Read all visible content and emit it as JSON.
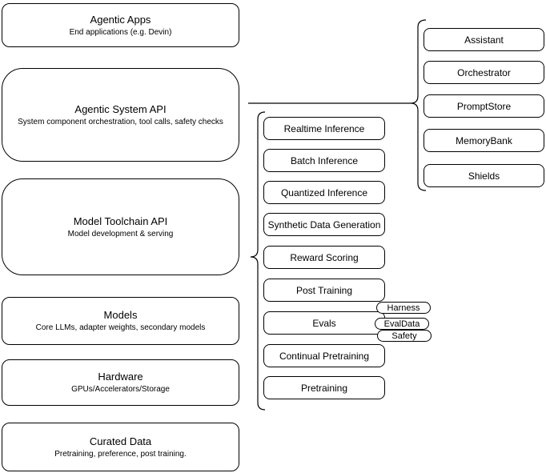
{
  "left_stack": [
    {
      "title": "Agentic Apps",
      "subtitle": "End applications (e.g. Devin)"
    },
    {
      "title": "Agentic System API",
      "subtitle": "System component orchestration, tool calls, safety checks"
    },
    {
      "title": "Model Toolchain API",
      "subtitle": "Model development & serving"
    },
    {
      "title": "Models",
      "subtitle": "Core LLMs, adapter weights, secondary models"
    },
    {
      "title": "Hardware",
      "subtitle": "GPUs/Accelerators/Storage"
    },
    {
      "title": "Curated Data",
      "subtitle": "Pretraining, preference, post training."
    }
  ],
  "toolchain_stack": [
    "Realtime Inference",
    "Batch Inference",
    "Quantized Inference",
    "Synthetic Data Generation",
    "Reward Scoring",
    "Post Training",
    "Evals",
    "Continual Pretraining",
    "Pretraining"
  ],
  "evals_tags": [
    "Harness",
    "EvalData",
    "Safety"
  ],
  "system_components": [
    "Assistant",
    "Orchestrator",
    "PromptStore",
    "MemoryBank",
    "Shields"
  ],
  "colors": {
    "stroke": "#000000",
    "background": "#ffffff",
    "text": "#000000"
  }
}
